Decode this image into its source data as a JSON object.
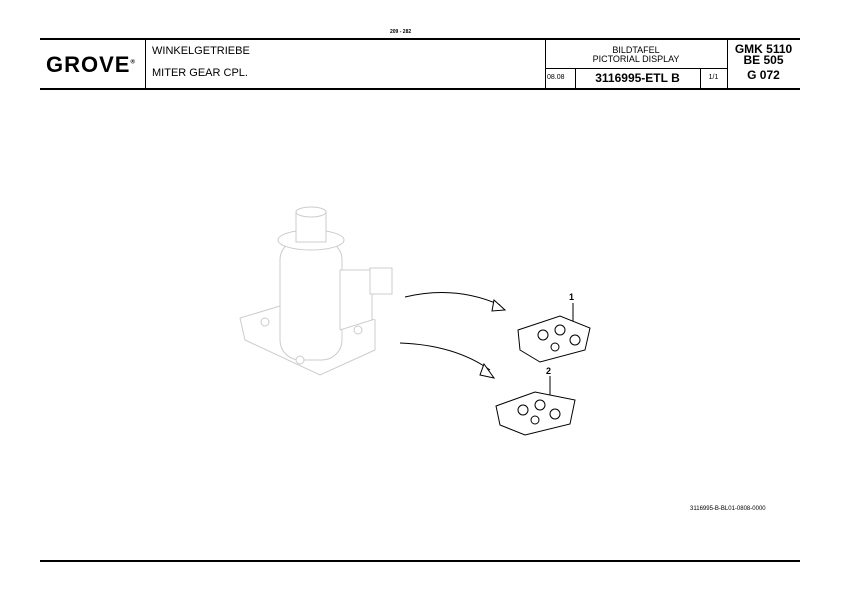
{
  "top_code": "209 - 282",
  "header": {
    "logo": "GROVE",
    "title_de": "WINKELGETRIEBE",
    "title_en": "MITER GEAR CPL.",
    "display_de": "BILDTAFEL",
    "display_en": "PICTORIAL DISPLAY",
    "date": "08.08",
    "doc_number": "3116995-ETL B",
    "page": "1/1",
    "model": "GMK 5110",
    "be": "BE 505",
    "group": "G 072"
  },
  "drawing": {
    "callouts": [
      "1",
      "2"
    ],
    "reference": "3116995-B-BL01-0808-0000"
  }
}
